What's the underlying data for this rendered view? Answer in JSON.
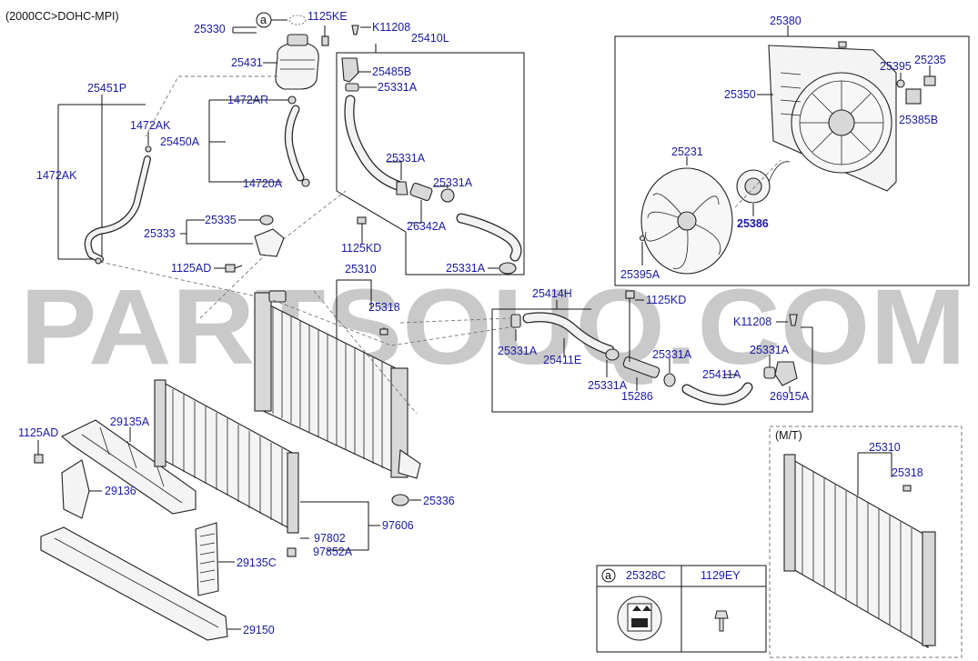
{
  "header": {
    "engine": "(2000CC>DOHC-MPI)"
  },
  "watermark": "PARTSOUQ.COM",
  "parts": {
    "p25330": "25330",
    "p1125KE": "1125KE",
    "p25431": "25431",
    "pK11208a": "K11208",
    "p25410L": "25410L",
    "p25485B": "25485B",
    "p25331A_1": "25331A",
    "p25451P": "25451P",
    "p1472AK_1": "1472AK",
    "p1472AR": "1472AR",
    "p25450A": "25450A",
    "p1472AK_2": "1472AK",
    "p14720A": "14720A",
    "p25331A_2": "25331A",
    "p25331A_3": "25331A",
    "p26342A": "26342A",
    "p25335": "25335",
    "p25333": "25333",
    "p1125KD_1": "1125KD",
    "p1125AD_1": "1125AD",
    "p25331A_4": "25331A",
    "p25310": "25310",
    "p25318": "25318",
    "p25414H": "25414H",
    "p1125KD_2": "1125KD",
    "pK11208b": "K11208",
    "p25331A_5": "25331A",
    "p25411E": "25411E",
    "p25331A_6": "25331A",
    "p25331A_7": "25331A",
    "p25331A_8": "25331A",
    "p15286": "15286",
    "p25411A": "25411A",
    "p26915A": "26915A",
    "p25380": "25380",
    "p25395": "25395",
    "p25235": "25235",
    "p25350": "25350",
    "p25385B": "25385B",
    "p25231": "25231",
    "p25386": "25386",
    "p25395A": "25395A",
    "p1125AD_2": "1125AD",
    "p29135A": "29135A",
    "p29136": "29136",
    "p25336": "25336",
    "p97802": "97802",
    "p97606": "97606",
    "p97852A": "97852A",
    "p29135C": "29135C",
    "p29150": "29150",
    "p25310_mt": "25310",
    "p25318_mt": "25318"
  },
  "callout": {
    "a": "a"
  },
  "inset_mt": {
    "title": "(M/T)"
  },
  "legend_table": {
    "key": "a",
    "col1": "25328C",
    "col2": "1129EY"
  }
}
